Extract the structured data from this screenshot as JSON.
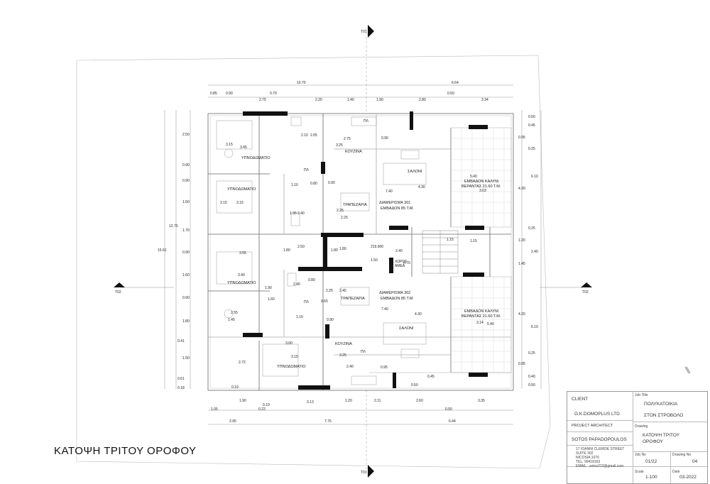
{
  "drawing_title": "ΚΑΤΟΨΗ ΤΡΙΤΟΥ  ΟΡΟΦΟΥ",
  "section_markers": {
    "top": "T01",
    "bottom": "T01",
    "left": "T02",
    "right": "T02"
  },
  "title_block": {
    "client_label": "CLIENT",
    "client": "G.K.DOMOPLUS LTD",
    "architect_label": "PROJECT ARCHITECT",
    "architect": "SOTOS PAPADOPOULOS",
    "address_lines": [
      "17 IOANNI CLERIDE STREET",
      "SUITE 302",
      "NICOSIA 1070",
      "TEL. 99418163",
      "EMAIL : sotos312@gmail.com"
    ],
    "job_title_label": "Job Title",
    "job_title_1": "ΠΟΛΥΚΑΤΟΙΚΙΑ",
    "job_title_2": "ΣΤΟΝ ΣΤΡΟΒΟΛΟ",
    "drawing_label": "Drawing",
    "drawing_1": "ΚΑΤΟΨΗ ΤΡΙΤΟΥ",
    "drawing_2": "ΟΡΟΦΟΥ",
    "job_no_label": "Job No",
    "job_no": "01/22",
    "drawing_no_label": "Drawing No",
    "drawing_no": "04",
    "scale_label": "Scale",
    "scale": "1-100",
    "date_label": "Date",
    "date": "03-2022"
  },
  "rooms": {
    "bedroom": "ΥΠΝΟΔΩΜΑΤΙΟ",
    "kitchen": "ΚΟΥΖΙΝΑ",
    "living": "ΣΑΛΟΝΙ",
    "dining": "ΤΡΑΠΕΖΑΡΙΑ",
    "veranda_1": "ΕΜΒΑΔΟΝ ΚΑΛΥΜ.",
    "veranda_2": "ΒΕΡΑΝΤΑΣ 21.60 Τ.Μ.",
    "apt301_1": "ΔΙΑΜΕΡΙΣΜΑ 301",
    "apt301_2": "ΕΜΒΑΔΟΝ 85 Τ.Μ.",
    "apt302_1": "ΔΙΑΜΕΡΙΣΜΑ 302",
    "apt302_2": "ΕΜΒΑΔΟΝ 85 Τ.Μ.",
    "corridor_1": "ΧΩΡΟΣ",
    "corridor_2": "ΑΜΕΑ",
    "wc": "ΠΛ",
    "level": "219.900"
  },
  "dimensions": {
    "top_total": [
      "10.70",
      "6.64"
    ],
    "top_row": [
      "0.85",
      "0.90",
      "2.75",
      "0.70",
      "2.20",
      "1.40",
      "1.90",
      "2.80",
      "0.50",
      "3.34"
    ],
    "bottom_row": [
      "1.05",
      "1.90",
      "0.22",
      "0.19",
      "3.13",
      "1.20",
      "2.11",
      "2.60",
      "0.50",
      "3.35"
    ],
    "bottom_total": [
      "2.95",
      "7.75",
      "6.44"
    ],
    "left_outer": [
      "15.61",
      "12.70"
    ],
    "left_col": [
      "2.50",
      "0.90",
      "0.90",
      "1.50",
      "1.70",
      "0.90",
      "1.60",
      "0.90",
      "1.80",
      "0.41",
      "1.50",
      "0.61",
      "0.18",
      "0.19"
    ],
    "right_col": [
      "0.50",
      "0.45",
      "0.95",
      "0.25",
      "6.10",
      "4.30",
      "0.25",
      "1.20",
      "2.40",
      "1.45",
      "4.20",
      "6.10",
      "0.25",
      "0.95",
      "0.40",
      "0.50"
    ],
    "inner": [
      "3.45",
      "3.15",
      "2.10",
      "2.05",
      "2.75",
      "0.90",
      "3.25",
      "5.40",
      "3.03",
      "4.30",
      "7.40",
      "1.10",
      "0.80",
      "0.90",
      "3.15",
      "3.15",
      "1.95",
      "2.40",
      "2.25",
      "2.25",
      "3.55",
      "1.80",
      "2.50",
      "1.80",
      "1.80",
      "1.50",
      "2.40",
      "1.15",
      "1.15",
      "0.70",
      "3.40",
      "2.40",
      "0.80",
      "1.90",
      "2.25",
      "2.45",
      "1.60",
      "0.65",
      "1.10",
      "7.40",
      "4.30",
      "2.55",
      "1.45",
      "3.14",
      "5.40",
      "0.90",
      "3.00",
      "3.25",
      "3.15",
      "2.72",
      "2.40",
      "0.95",
      "0.45",
      "0.50"
    ]
  }
}
